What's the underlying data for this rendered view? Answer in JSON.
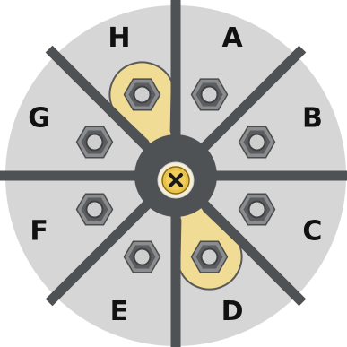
{
  "dial": {
    "segments": [
      {
        "label": "H",
        "bolt_icon": "hex-nut-icon",
        "highlighted": true
      },
      {
        "label": "A",
        "bolt_icon": "hex-nut-icon",
        "highlighted": false
      },
      {
        "label": "B",
        "bolt_icon": "hex-nut-icon",
        "highlighted": false
      },
      {
        "label": "C",
        "bolt_icon": "hex-nut-icon",
        "highlighted": false
      },
      {
        "label": "D",
        "bolt_icon": "hex-nut-icon",
        "highlighted": true
      },
      {
        "label": "E",
        "bolt_icon": "hex-nut-icon",
        "highlighted": false
      },
      {
        "label": "F",
        "bolt_icon": "hex-nut-icon",
        "highlighted": false
      },
      {
        "label": "G",
        "bolt_icon": "hex-nut-icon",
        "highlighted": false
      }
    ],
    "center_icon": "phillips-screw-icon",
    "colors": {
      "disc": "#d6d6d6",
      "spokes": "#4f5254",
      "highlight": "#f1dc95",
      "highlight_stroke": "#5a5a5a",
      "nut_outer": "#8a8c8e",
      "nut_inner": "#5b5d60",
      "nut_bore": "#cfcfcf",
      "screw": "#e8c24a",
      "label": "#111111"
    }
  }
}
